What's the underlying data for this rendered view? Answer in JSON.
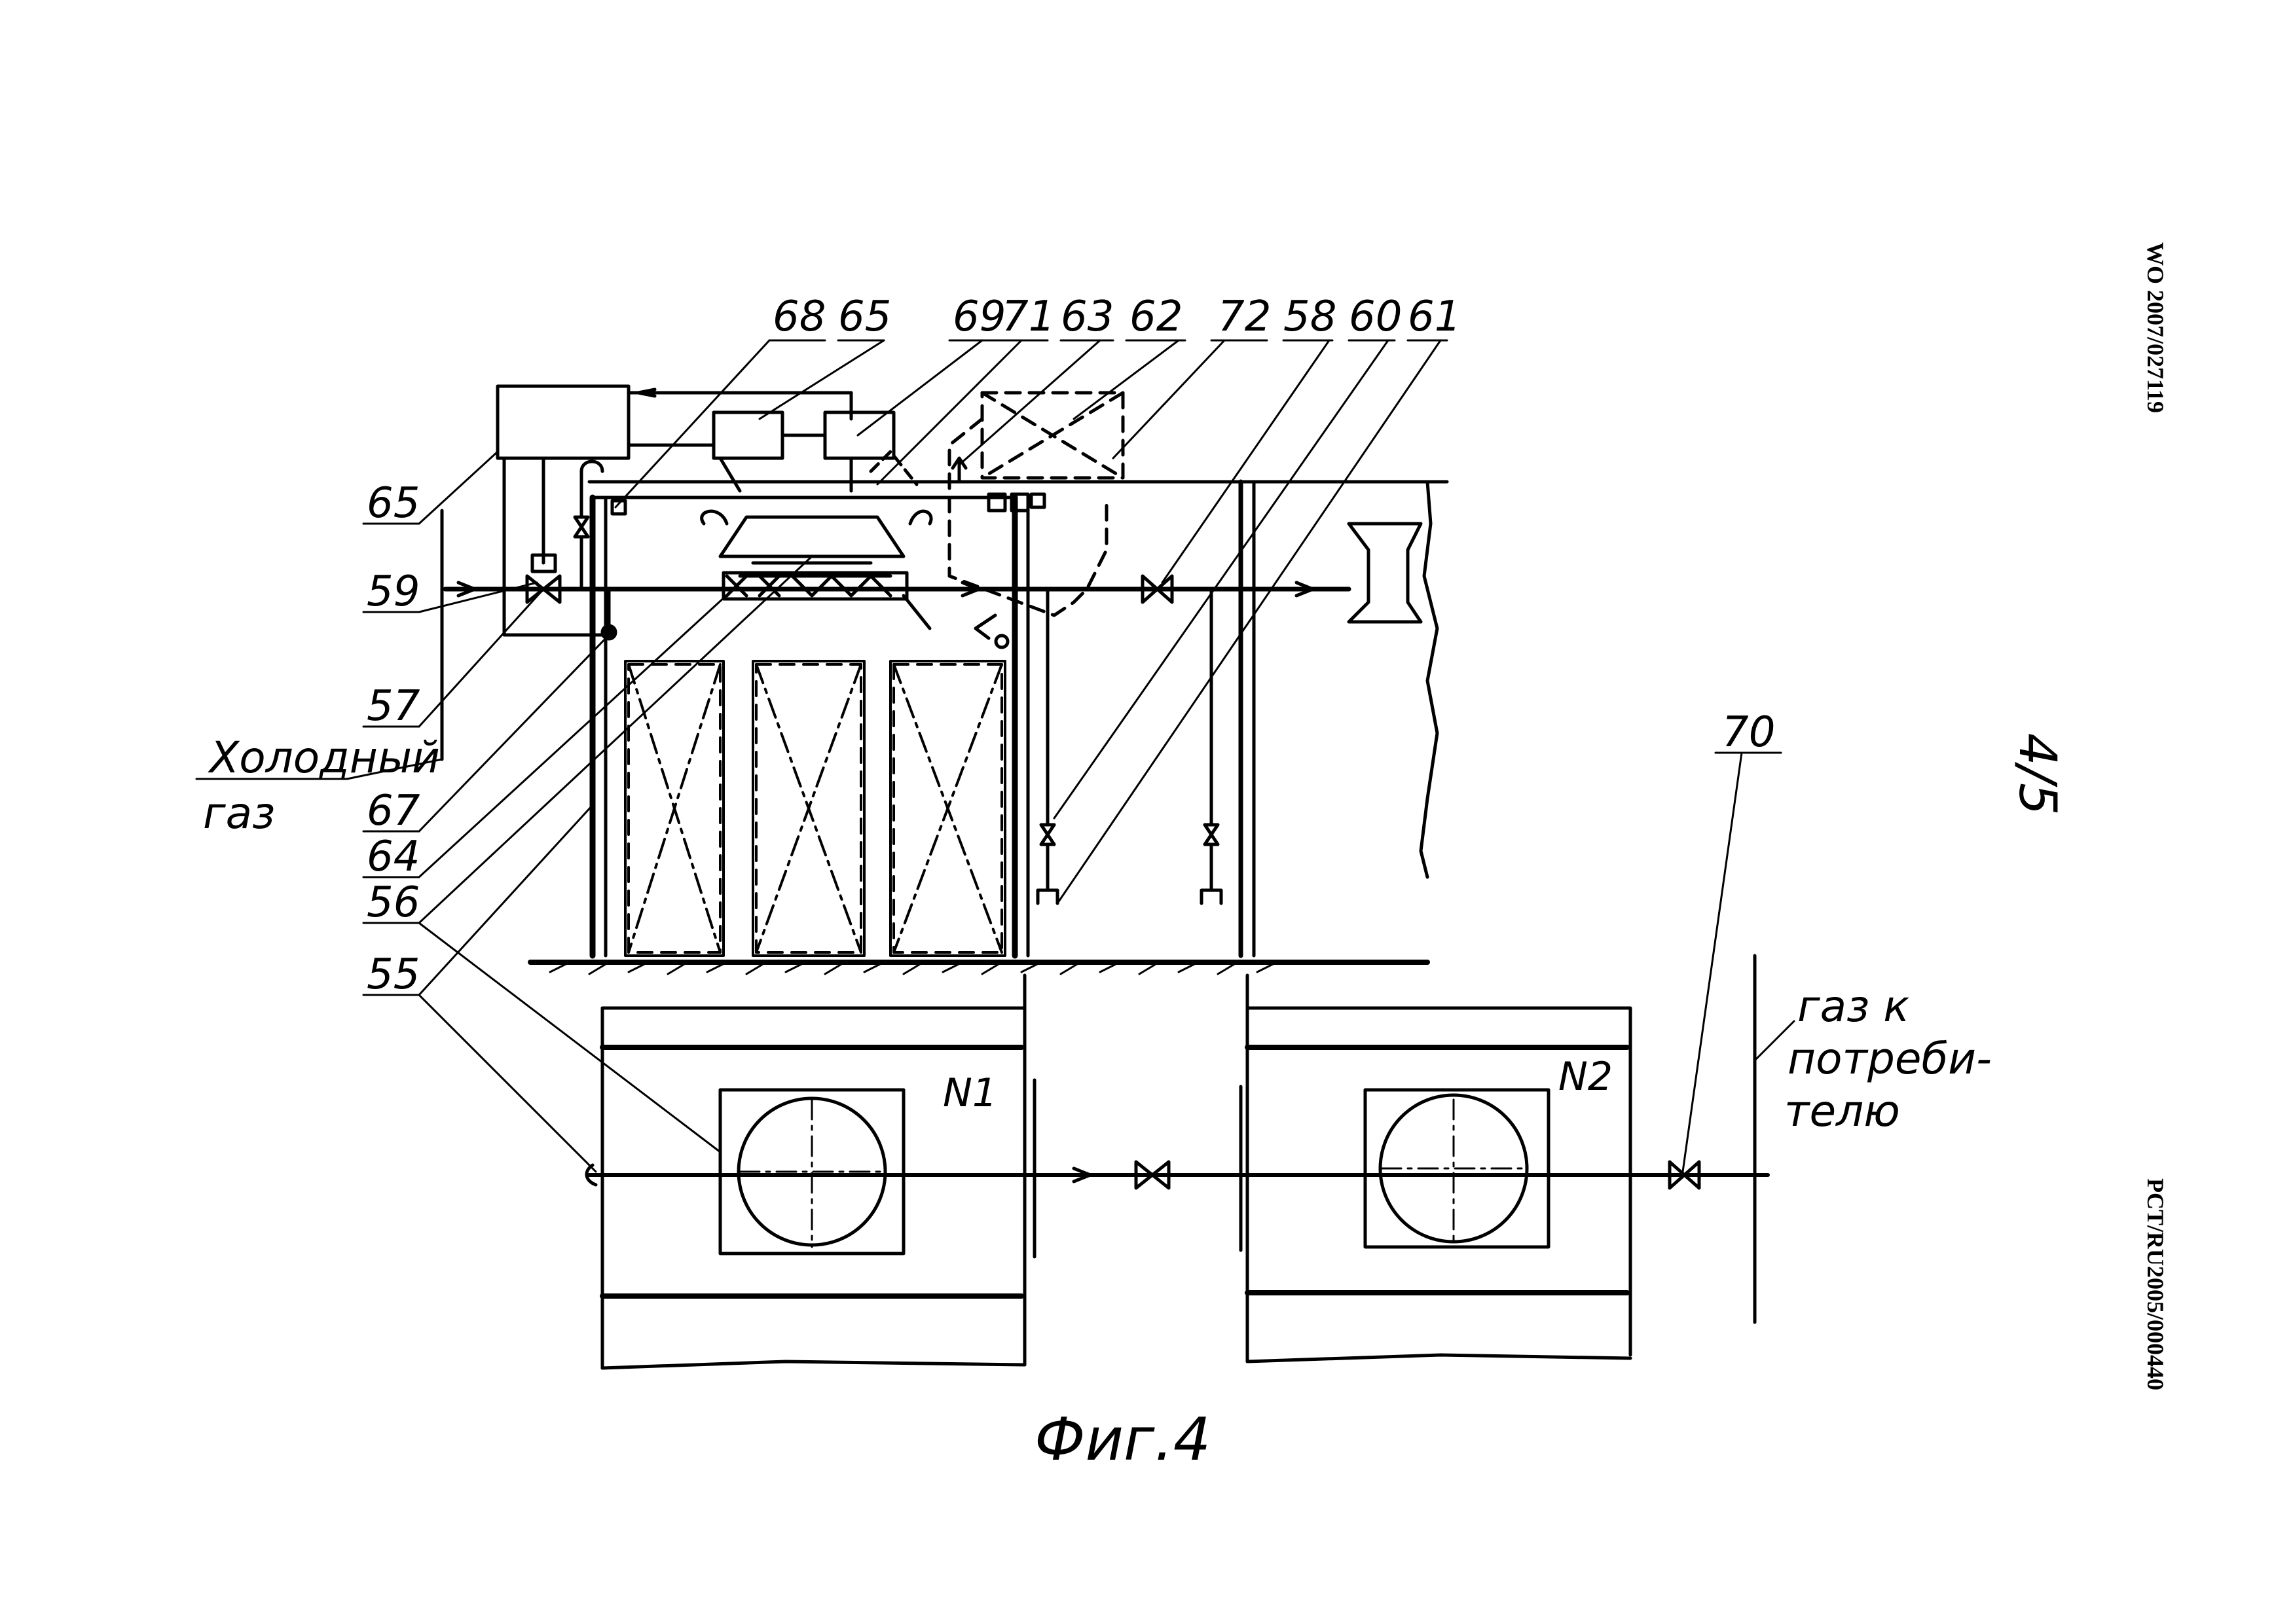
{
  "header": {
    "pub_number": "WO 2007/027119",
    "app_number": "PCT/RU2005/000440",
    "sheet_label": "4/5"
  },
  "figure": {
    "caption": "Фиг.4",
    "callouts": [
      "68",
      "65",
      "69",
      "71",
      "63",
      "62",
      "72",
      "58",
      "60",
      "61",
      "65",
      "59",
      "57",
      "67",
      "64",
      "56",
      "55",
      "70"
    ],
    "labels": {
      "cold_gas_line1": "Холодный",
      "cold_gas_line2": "газ",
      "consumer_line1": "газ к",
      "consumer_line2": "потреби-",
      "consumer_line3": "телю",
      "unit_1": "N1",
      "unit_2": "N2"
    }
  }
}
